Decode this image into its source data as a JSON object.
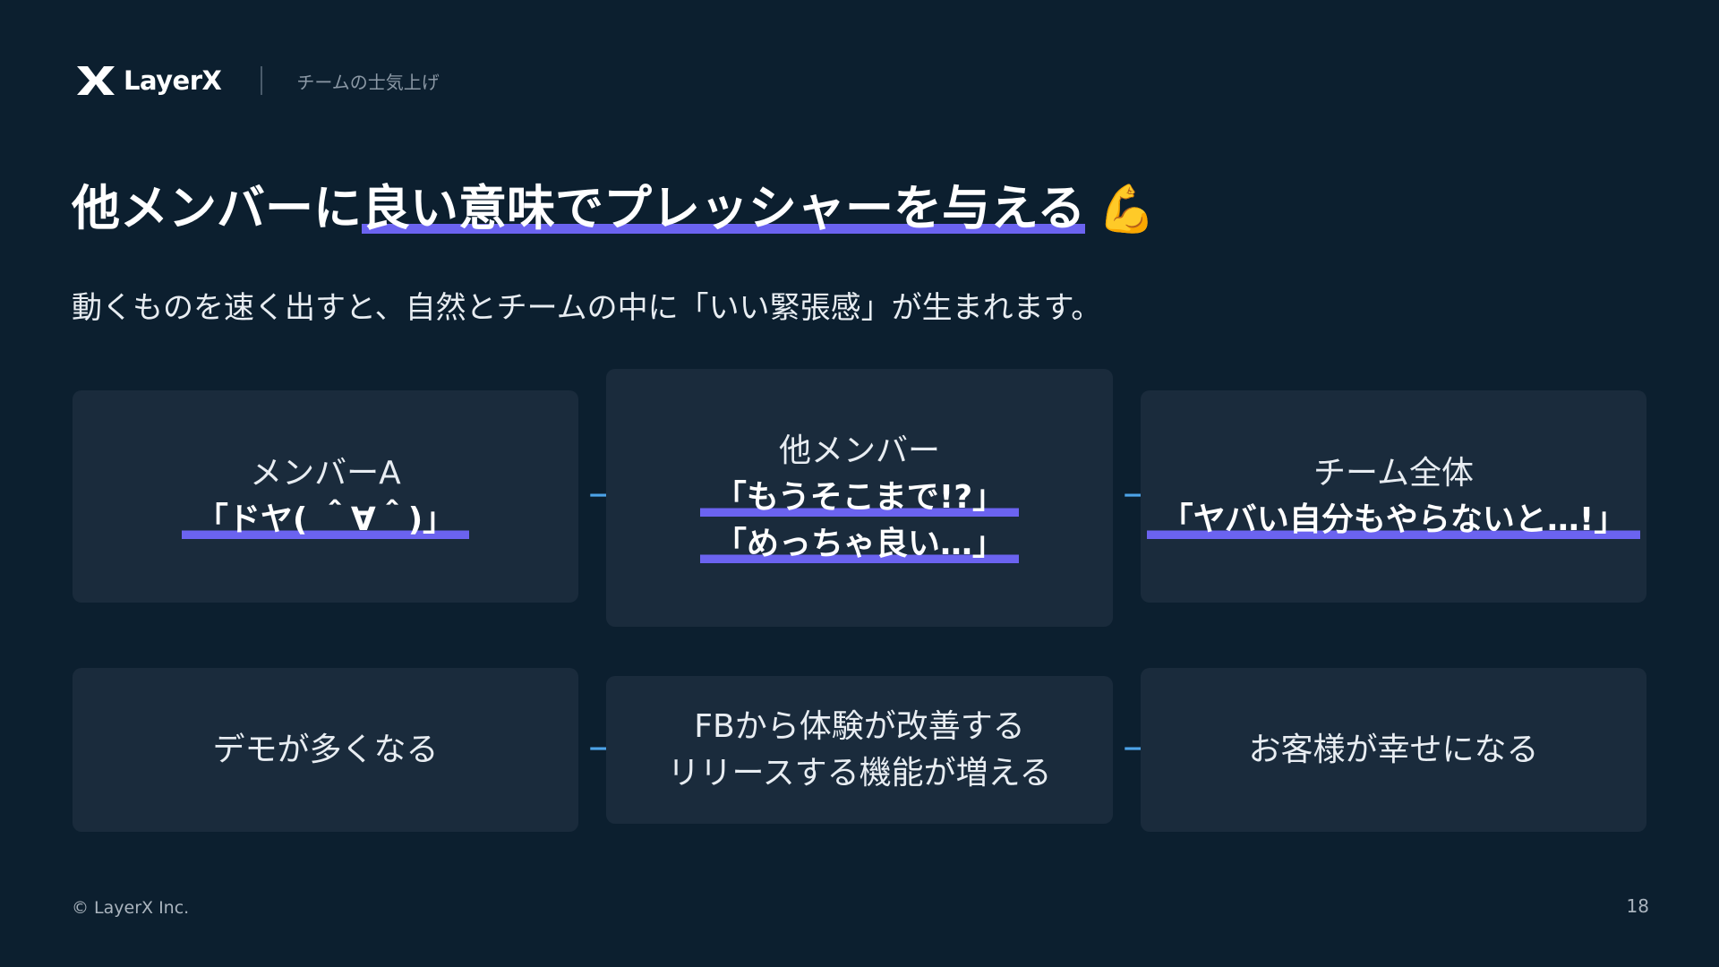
{
  "header": {
    "brand": "LayerX",
    "section": "チームの士気上げ"
  },
  "slide": {
    "title_plain": "他メンバーに",
    "title_highlight": "良い意味でプレッシャーを与える",
    "title_emoji": "💪",
    "subtitle": "動くものを速く出すと、自然とチームの中に「いい緊張感」が生まれます。"
  },
  "flow_top": {
    "card1": {
      "label": "メンバーA",
      "quote": "「ドヤ( ＾∀＾)」"
    },
    "card2": {
      "label": "他メンバー",
      "quote1": "「もうそこまで!?」",
      "quote2": "「めっちゃ良い…」"
    },
    "card3": {
      "label": "チーム全体",
      "quote": "「ヤバい自分もやらないと…!」"
    }
  },
  "flow_bottom": {
    "card1": {
      "text": "デモが多くなる"
    },
    "card2": {
      "line1": "FBから体験が改善する",
      "line2": "リリースする機能が増える"
    },
    "card3": {
      "text": "お客様が幸せになる"
    }
  },
  "arrow_glyph": "→",
  "footer": {
    "copyright": "© LayerX Inc.",
    "page_number": "18"
  },
  "colors": {
    "background": "#0c1f2f",
    "card": "#1a2b3c",
    "highlight": "#6b63f0",
    "arrow": "#4da3e8"
  }
}
